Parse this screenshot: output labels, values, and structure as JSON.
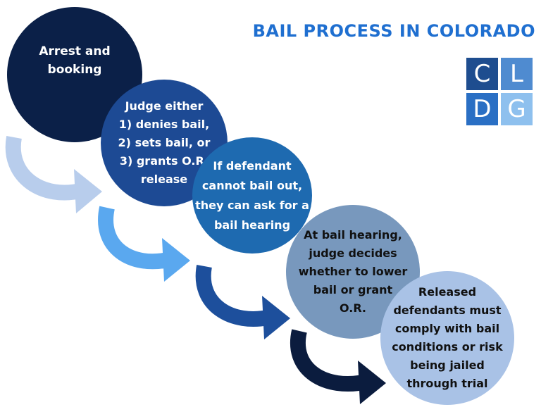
{
  "title": "BAIL PROCESS IN COLORADO",
  "logo": {
    "letters": [
      "C",
      "L",
      "D",
      "G"
    ],
    "colors": [
      "#1e4d8f",
      "#4f8bd0",
      "#2a6fc4",
      "#8ec0ee"
    ]
  },
  "steps": [
    {
      "text": "Arrest and\nbooking"
    },
    {
      "text": "Judge either\n1) denies bail,\n2) sets bail, or\n3) grants O.R.\nrelease"
    },
    {
      "text": "If defendant\ncannot bail out,\nthey can ask for a\nbail hearing"
    },
    {
      "text": "At bail hearing,\njudge decides\nwhether to lower\nbail or grant\nO.R."
    },
    {
      "text": "Released\ndefendants must\ncomply with bail\nconditions or risk\nbeing jailed\nthrough trial"
    }
  ],
  "arrow_colors": [
    "#b8cdec",
    "#5aa8ef",
    "#1d4f9c",
    "#0b1c3e"
  ]
}
